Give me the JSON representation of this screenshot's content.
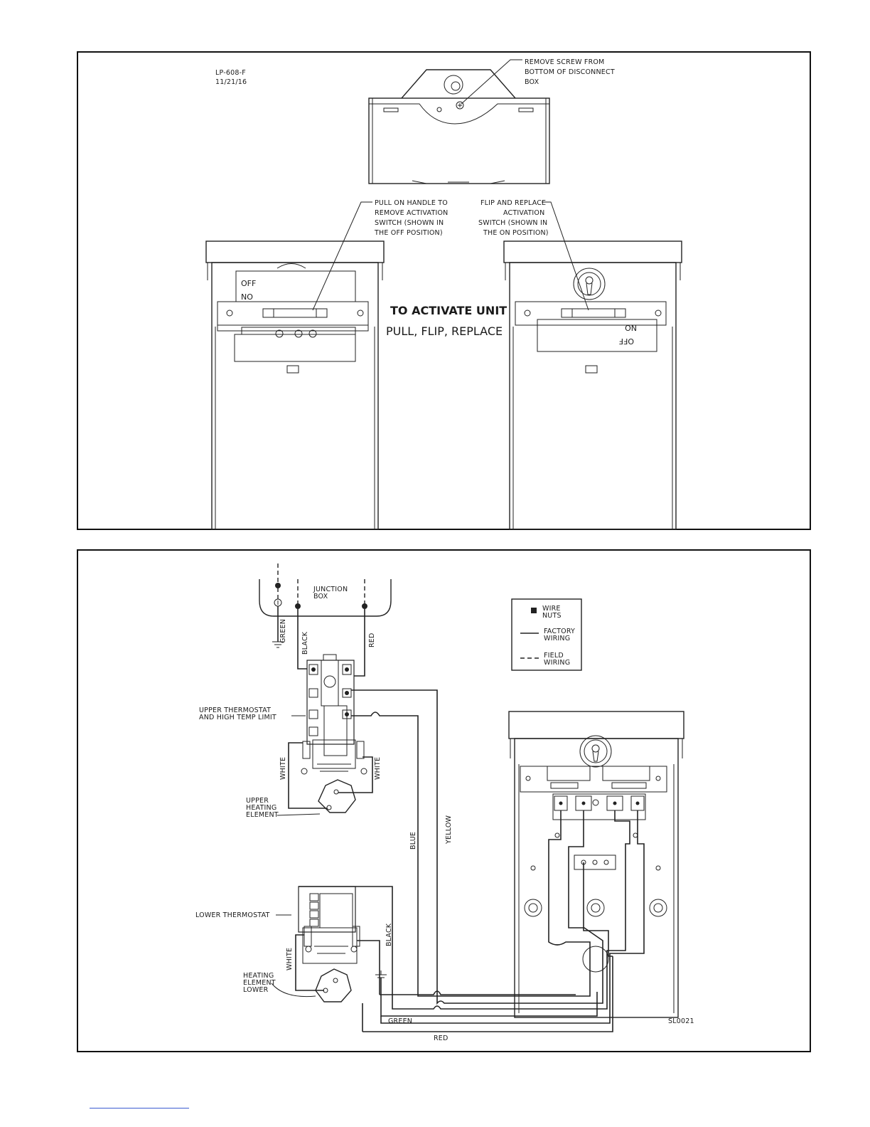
{
  "top_panel": {
    "doc_code": "LP-608-F",
    "doc_date": "11/21/16",
    "remove_screw": [
      "REMOVE SCREW FROM",
      "BOTTOM OF DISCONNECT",
      "BOX"
    ],
    "pull_handle": [
      "PULL ON HANDLE TO",
      "REMOVE ACTIVATION",
      "SWITCH (SHOWN IN",
      "THE OFF POSITION)"
    ],
    "flip_replace": [
      "FLIP AND REPLACE",
      "ACTIVATION",
      "SWITCH (SHOWN IN",
      "THE ON POSITION)"
    ],
    "switch_left": {
      "off": "OFF",
      "no": "NO"
    },
    "switch_right": {
      "no": "NO",
      "off": "OFF"
    },
    "activate_title": "TO ACTIVATE UNIT",
    "activate_subtitle": "PULL, FLIP, REPLACE"
  },
  "bottom_panel": {
    "junction_box": [
      "JUNCTION",
      "BOX"
    ],
    "legend": {
      "wire_nuts": [
        "WIRE",
        "NUTS"
      ],
      "factory_wiring": [
        "FACTORY",
        "WIRING"
      ],
      "field_wiring": [
        "FIELD",
        "WIRING"
      ]
    },
    "wires": {
      "green": "GREEN",
      "black": "BLACK",
      "red": "RED",
      "white_left": "WHITE",
      "white_right": "WHITE",
      "blue": "BLUE",
      "yellow": "YELLOW",
      "black_lower": "BLACK",
      "white_lower": "WHITE",
      "green_bottom": "GREEN",
      "red_bottom": "RED"
    },
    "upper_thermostat": [
      "UPPER THERMOSTAT",
      "AND HIGH TEMP LIMIT"
    ],
    "upper_element": [
      "UPPER",
      "HEATING",
      "ELEMENT"
    ],
    "lower_thermostat": "LOWER THERMOSTAT",
    "lower_element": [
      "HEATING",
      "ELEMENT",
      "LOWER"
    ],
    "drawing_code": "SL0021"
  }
}
